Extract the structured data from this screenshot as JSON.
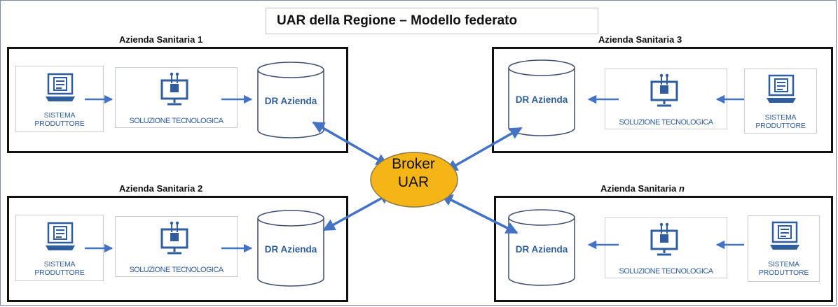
{
  "diagram": {
    "title": "UAR della Regione – Modello federato",
    "broker": {
      "line1": "Broker",
      "line2": "UAR"
    },
    "colors": {
      "icon_blue": "#2f5d9e",
      "arrow_blue": "#4472c4",
      "broker_fill": "#f6b516",
      "broker_border": "#8a7a4a",
      "group_border": "#111111"
    },
    "groups": [
      {
        "name": "Azienda Sanitaria 1",
        "system_label": "SISTEMA\nPRODUTTORE",
        "solution_label": "SOLUZIONE TECNOLOGICA",
        "db_label": "DR Azienda",
        "icons": [
          "document-laptop-icon",
          "computer-chip-icon",
          "database-icon"
        ]
      },
      {
        "name": "Azienda Sanitaria 2",
        "system_label": "SISTEMA\nPRODUTTORE",
        "solution_label": "SOLUZIONE TECNOLOGICA",
        "db_label": "DR Azienda",
        "icons": [
          "document-laptop-icon",
          "computer-chip-icon",
          "database-icon"
        ]
      },
      {
        "name": "Azienda Sanitaria 3",
        "system_label": "SISTEMA\nPRODUTTORE",
        "solution_label": "SOLUZIONE TECNOLOGICA",
        "db_label": "DR Azienda",
        "icons": [
          "document-laptop-icon",
          "computer-chip-icon",
          "database-icon"
        ]
      },
      {
        "name_prefix": "Azienda Sanitaria ",
        "name_suffix": "n",
        "system_label": "SISTEMA\nPRODUTTORE",
        "solution_label": "SOLUZIONE TECNOLOGICA",
        "db_label": "DR Azienda",
        "icons": [
          "document-laptop-icon",
          "computer-chip-icon",
          "database-icon"
        ]
      }
    ]
  }
}
